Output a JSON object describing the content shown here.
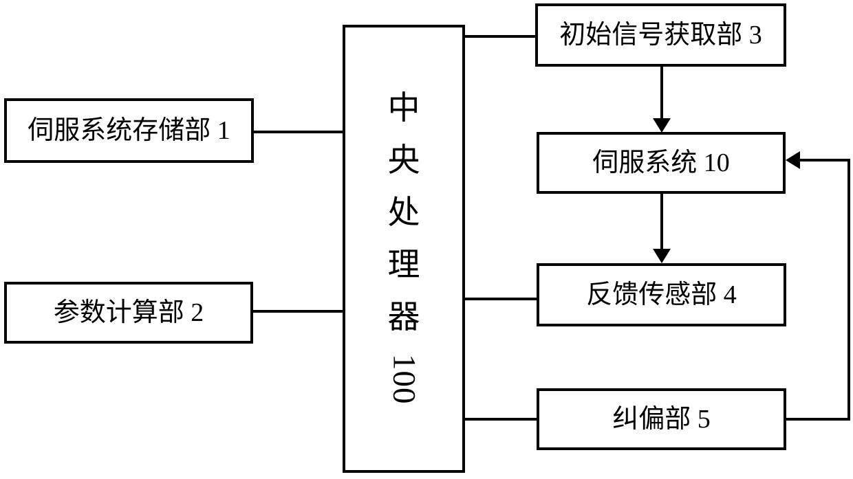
{
  "diagram": {
    "colors": {
      "background": "#ffffff",
      "line": "#000000",
      "text": "#000000"
    },
    "nodes": [
      {
        "id": "servo-storage",
        "label": "伺服系统存储部 1"
      },
      {
        "id": "param-calc",
        "label": "参数计算部 2"
      },
      {
        "id": "cpu",
        "label": "中央处理器100"
      },
      {
        "id": "initial-signal",
        "label": "初始信号获取部 3"
      },
      {
        "id": "servo-system",
        "label": "伺服系统 10"
      },
      {
        "id": "feedback-sensor",
        "label": "反馈传感部 4"
      },
      {
        "id": "correction",
        "label": "纠偏部 5"
      }
    ],
    "cpu_chars": [
      "中",
      "央",
      "处",
      "理",
      "器",
      "100"
    ],
    "edges": [
      {
        "from": "servo-storage",
        "to": "cpu",
        "type": "line"
      },
      {
        "from": "param-calc",
        "to": "cpu",
        "type": "line"
      },
      {
        "from": "cpu",
        "to": "initial-signal",
        "type": "line"
      },
      {
        "from": "cpu",
        "to": "feedback-sensor",
        "type": "line"
      },
      {
        "from": "cpu",
        "to": "correction",
        "type": "line"
      },
      {
        "from": "initial-signal",
        "to": "servo-system",
        "type": "arrow-down"
      },
      {
        "from": "servo-system",
        "to": "feedback-sensor",
        "type": "arrow-down"
      },
      {
        "from": "correction",
        "to": "servo-system",
        "type": "arrow-left-feedback"
      }
    ]
  }
}
